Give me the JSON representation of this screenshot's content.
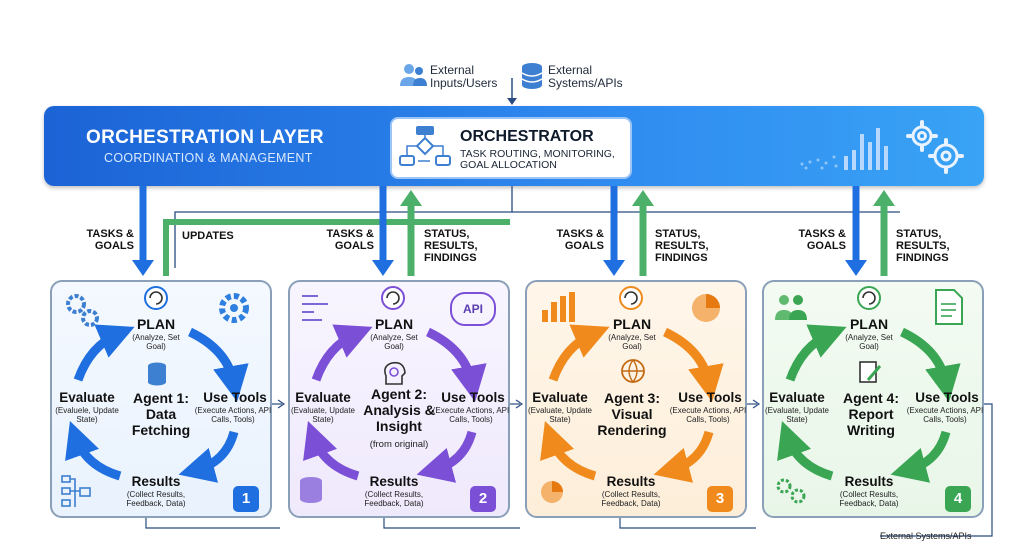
{
  "external_inputs": {
    "users_label": "External Inputs/Users",
    "systems_label": "External Systems/APIs"
  },
  "orchestration_layer": {
    "title": "ORCHESTRATION LAYER",
    "subtitle": "COORDINATION & MANAGEMENT",
    "orchestrator_title": "ORCHESTRATOR",
    "orchestrator_desc": "TASK ROUTING, MONITORING, GOAL ALLOCATION"
  },
  "flows": {
    "down_label": "TASKS & GOALS",
    "up_label_1": "UPDATES",
    "up_label_other": "STATUS, RESULTS, FINDINGS"
  },
  "cycle": {
    "plan": "PLAN",
    "plan_sub": "(Analyze, Set Goal)",
    "use_tools": "Use Tools",
    "use_tools_sub": "(Execute Actions, API Calls, Tools)",
    "results": "Results",
    "results_sub": "(Collect Results, Feedback, Data)",
    "evaluate": "Evaluate",
    "evaluate_sub_1": "(Evaluele, Update State)",
    "evaluate_sub": "(Evaluate, Update State)"
  },
  "agents": [
    {
      "name": "Agent 1: Data Fetching",
      "number": "1",
      "color": "#1f6fe0"
    },
    {
      "name": "Agent 2: Analysis & Insight",
      "note": "(from original)",
      "number": "2",
      "color": "#7b4fd6"
    },
    {
      "name": "Agent 3: Visual Rendering",
      "number": "3",
      "color": "#f08a1c"
    },
    {
      "name": "Agent 4: Report Writing",
      "number": "4",
      "color": "#3aa553"
    }
  ],
  "icons": {
    "api_label": "API"
  },
  "footer": {
    "external_systems": "External Systems/APIs"
  }
}
